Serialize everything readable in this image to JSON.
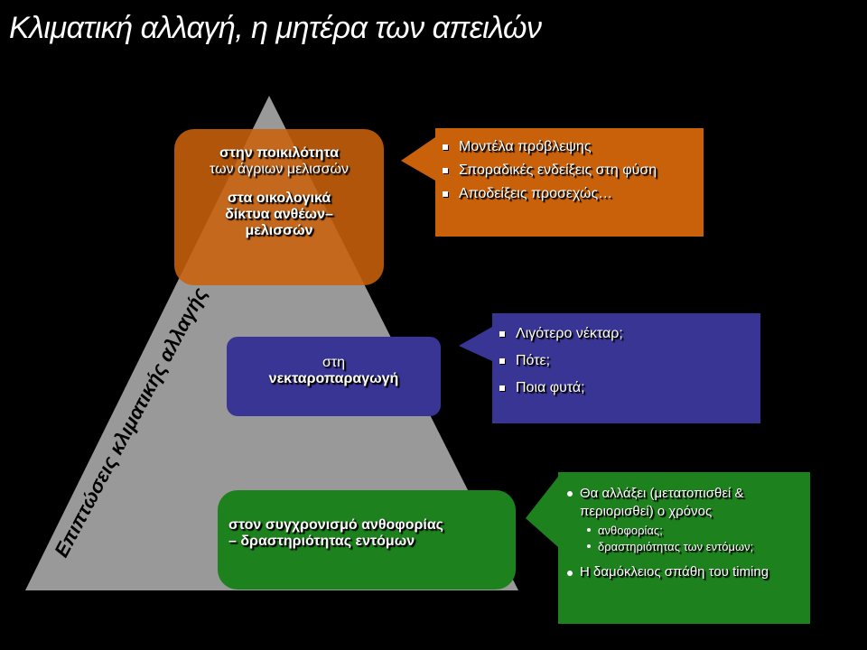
{
  "title": "Κλιματική αλλαγή, η μητέρα των απειλών",
  "pyramid_label": "Επιπτώσεις κλιματικής αλλαγής",
  "levels": {
    "top": {
      "lines": [
        "στην ποικιλότητα",
        "των άγριων μελισσών"
      ],
      "lines2": [
        "στα οικολογικά",
        "δίκτυα ανθέων–",
        "μελισσών"
      ],
      "color": "#c8610a",
      "callout": [
        "Μοντέλα πρόβλεψης",
        "Σποραδικές ενδείξεις στη φύση",
        "Αποδείξεις προσεχώς…"
      ]
    },
    "middle": {
      "lines": [
        "στη",
        "νεκταροπαραγωγή"
      ],
      "color": "#393595",
      "callout": [
        "Λιγότερο νέκταρ;",
        "Πότε;",
        "Ποια φυτά;"
      ]
    },
    "bottom": {
      "lines": [
        "στον συγχρονισμό ανθοφορίας",
        "– δραστηριότητας εντόμων"
      ],
      "color": "#1d821d",
      "callout": {
        "main": "Θα αλλάξει (μετατοπισθεί & περιορισθεί) ο χρόνος",
        "subs": [
          "ανθοφορίας;",
          "δραστηριότητας των εντόμων;"
        ],
        "last": "Η δαμόκλειος σπάθη του timing"
      }
    }
  },
  "colors": {
    "pyramid": "#999999",
    "background": "#000000"
  }
}
